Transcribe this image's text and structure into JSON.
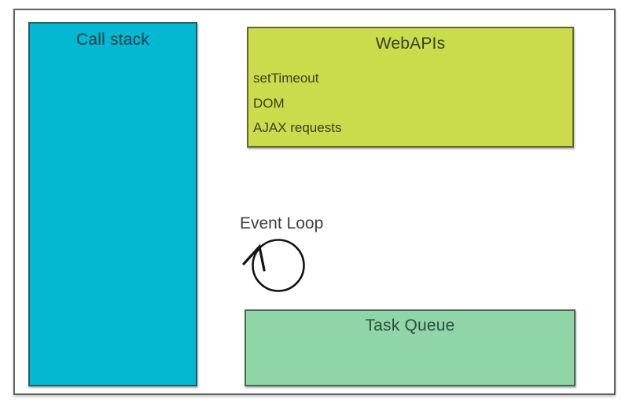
{
  "diagram": {
    "background_color": "#ffffff",
    "frame_border_color": "#636363",
    "call_stack": {
      "label": "Call stack",
      "fill": "#04b8d1",
      "border_color": "#1f5f6b",
      "text_color": "#173f4a"
    },
    "web_apis": {
      "label": "WebAPIs",
      "items": [
        "setTimeout",
        "DOM",
        "AJAX requests"
      ],
      "fill": "#cadb4c",
      "border_color": "#5f672b",
      "text_color": "#3a401f"
    },
    "event_loop": {
      "label": "Event Loop",
      "icon": "loop-circle-arrow-icon",
      "text_color": "#3f3f3f",
      "stroke_color": "#141414"
    },
    "task_queue": {
      "label": "Task Queue",
      "fill": "#90d5a7",
      "border_color": "#45684e",
      "text_color": "#2e4f3f"
    }
  }
}
